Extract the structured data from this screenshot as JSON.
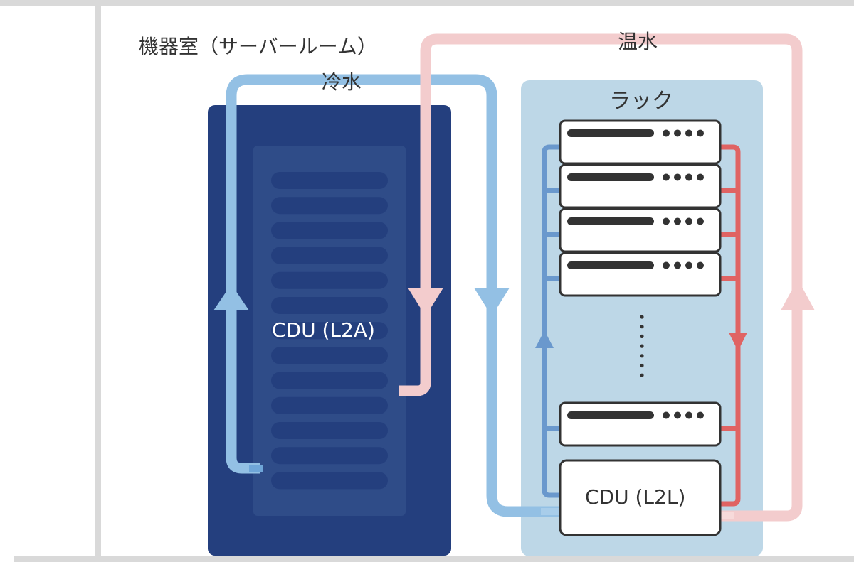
{
  "diagram": {
    "room_label": "機器室（サーバールーム）",
    "cold_water_label": "冷水",
    "hot_water_label": "温水",
    "rack_label": "ラック",
    "cdu_l2a_label": "CDU (L2A)",
    "cdu_l2l_label": "CDU (L2L)",
    "server_count_shown": 5,
    "colors": {
      "wall": "#d9d9d9",
      "cdu_l2a_body": "#243f7e",
      "cdu_l2a_panel": "#2f4c88",
      "cold_pipe": "#93c0e4",
      "hot_pipe": "#f3cccd",
      "rack_bg": "#bdd7e7",
      "rack_cold_line": "#6a98cd",
      "rack_hot_line": "#e06363",
      "server_border": "#333333",
      "text": "#333333"
    }
  }
}
